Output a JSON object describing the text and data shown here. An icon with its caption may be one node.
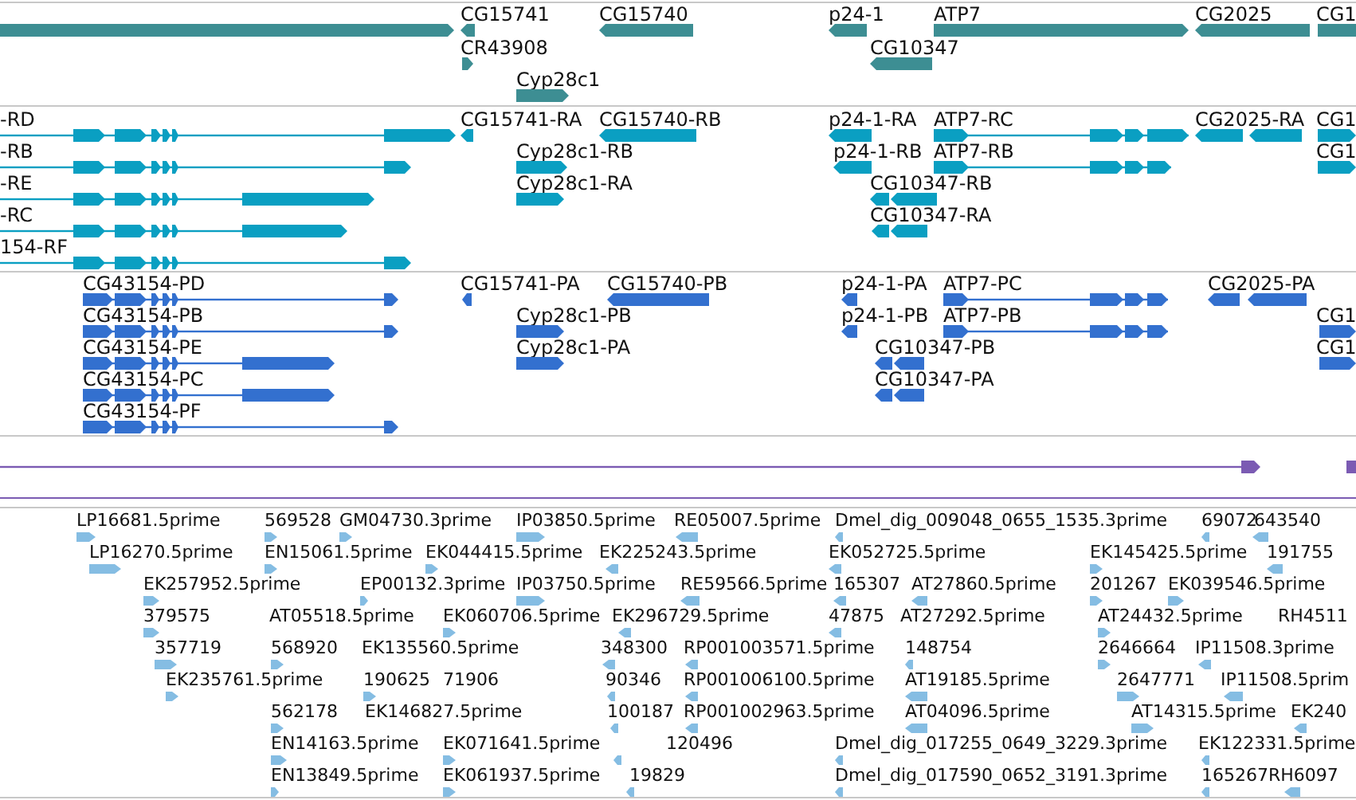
{
  "diagram": {
    "nodes": [
      {
        "text": [],
        "shape": "bar"
      },
      {
        "text": [
          "CG15741"
        ]
      },
      {
        "text": [
          "CG15740"
        ]
      },
      {
        "text": [
          "p24-1"
        ]
      },
      {
        "text": [
          "ATP7"
        ]
      },
      {
        "text": [
          "CG2025"
        ]
      },
      {
        "text": [
          "CG1"
        ]
      },
      {
        "text": [
          "CR43908"
        ]
      },
      {
        "text": [
          "CG10347"
        ]
      },
      {
        "text": [
          "Cyp28c1"
        ]
      },
      {
        "text": [
          "-RD"
        ]
      },
      {
        "text": [
          "-RB"
        ]
      },
      {
        "text": [
          "-RE"
        ]
      },
      {
        "text": [
          "-RC"
        ]
      },
      {
        "text": [
          "154-RF"
        ]
      },
      {
        "text": [
          "CG15741-RA"
        ]
      },
      {
        "text": [
          "CG15740-RB"
        ]
      },
      {
        "text": [
          "Cyp28c1-RB"
        ]
      },
      {
        "text": [
          "Cyp28c1-RA"
        ]
      },
      {
        "text": [
          "p24-1-RA"
        ]
      },
      {
        "text": [
          "ATP7-RC"
        ]
      },
      {
        "text": [
          "CG2025-RA"
        ]
      },
      {
        "text": [
          "CG1"
        ]
      },
      {
        "text": [
          "p24-1-RB"
        ]
      },
      {
        "text": [
          "ATP7-RB"
        ]
      },
      {
        "text": [
          "CG1"
        ]
      },
      {
        "text": [
          "CG10347-RB"
        ]
      },
      {
        "text": [
          "CG10347-RA"
        ]
      },
      {
        "text": [
          "CG43154-PD"
        ]
      },
      {
        "text": [
          "CG15741-PA"
        ]
      },
      {
        "text": [
          "CG15740-PB"
        ]
      },
      {
        "text": [
          "p24-1-PA"
        ]
      },
      {
        "text": [
          "ATP7-PC"
        ]
      },
      {
        "text": [
          "CG2025-PA"
        ]
      },
      {
        "text": [
          "CG43154-PB"
        ]
      },
      {
        "text": [
          "Cyp28c1-PB"
        ]
      },
      {
        "text": [
          "p24-1-PB"
        ]
      },
      {
        "text": [
          "ATP7-PB"
        ]
      },
      {
        "text": [
          "CG1"
        ]
      },
      {
        "text": [
          "CG43154-PE"
        ]
      },
      {
        "text": [
          "Cyp28c1-PA"
        ]
      },
      {
        "text": [
          "CG10347-PB"
        ]
      },
      {
        "text": [
          "CG1"
        ]
      },
      {
        "text": [
          "CG43154-PC"
        ]
      },
      {
        "text": [
          "CG10347-PA"
        ]
      },
      {
        "text": [
          "CG43154-PF"
        ]
      },
      {
        "text": [],
        "shape": "bar"
      },
      {
        "text": [],
        "shape": "bar"
      },
      {
        "text": [
          "LP16681.5prime"
        ]
      },
      {
        "text": [
          "569528"
        ]
      },
      {
        "text": [
          "GM04730.3prime"
        ]
      },
      {
        "text": [
          "IP03850.5prime"
        ]
      },
      {
        "text": [
          "RE05007.5prime"
        ]
      },
      {
        "text": [
          "Dmel_dig_009048_0655_1535.3prime"
        ]
      },
      {
        "text": [
          "69072"
        ]
      },
      {
        "text": [
          "643540"
        ]
      },
      {
        "text": [
          "LP16270.5prime"
        ]
      },
      {
        "text": [
          "EN15061.5prime"
        ]
      },
      {
        "text": [
          "EK044415.5prime"
        ]
      },
      {
        "text": [
          "EK225243.5prime"
        ]
      },
      {
        "text": [
          "EK052725.5prime"
        ]
      },
      {
        "text": [
          "EK145425.5prime"
        ]
      },
      {
        "text": [
          "191755"
        ]
      },
      {
        "text": [
          "EK257952.5prime"
        ]
      },
      {
        "text": [
          "EP00132.3prime"
        ]
      },
      {
        "text": [
          "IP03750.5prime"
        ]
      },
      {
        "text": [
          "RE59566.5prime"
        ]
      },
      {
        "text": [
          "165307"
        ]
      },
      {
        "text": [
          "AT27860.5prime"
        ]
      },
      {
        "text": [
          "201267"
        ]
      },
      {
        "text": [
          "EK039546.5prime"
        ]
      },
      {
        "text": [
          "379575"
        ]
      },
      {
        "text": [
          "AT05518.5prime"
        ]
      },
      {
        "text": [
          "EK060706.5prime"
        ]
      },
      {
        "text": [
          "EK296729.5prime"
        ]
      },
      {
        "text": [
          "47875"
        ]
      },
      {
        "text": [
          "AT27292.5prime"
        ]
      },
      {
        "text": [
          "AT24432.5prime"
        ]
      },
      {
        "text": [
          "RH4511"
        ]
      },
      {
        "text": [
          "357719"
        ]
      },
      {
        "text": [
          "568920"
        ]
      },
      {
        "text": [
          "EK135560.5prime"
        ]
      },
      {
        "text": [
          "348300"
        ]
      },
      {
        "text": [
          "RP001003571.5prime"
        ]
      },
      {
        "text": [
          "148754"
        ]
      },
      {
        "text": [
          "2646664"
        ]
      },
      {
        "text": [
          "IP11508.3prime"
        ]
      },
      {
        "text": [
          "EK235761.5prime"
        ]
      },
      {
        "text": [
          "190625"
        ]
      },
      {
        "text": [
          "71906"
        ]
      },
      {
        "text": [
          "90346"
        ]
      },
      {
        "text": [
          "RP001006100.5prime"
        ]
      },
      {
        "text": [
          "AT19185.5prime"
        ]
      },
      {
        "text": [
          "2647771"
        ]
      },
      {
        "text": [
          "IP11508.5prim"
        ]
      },
      {
        "text": [
          "562178"
        ]
      },
      {
        "text": [
          "EK146827.5prime"
        ]
      },
      {
        "text": [
          "100187"
        ]
      },
      {
        "text": [
          "RP001002963.5prime"
        ]
      },
      {
        "text": [
          "AT04096.5prime"
        ]
      },
      {
        "text": [
          "AT14315.5prime"
        ]
      },
      {
        "text": [
          "EK240"
        ]
      },
      {
        "text": [
          "EN14163.5prime"
        ]
      },
      {
        "text": [
          "EK071641.5prime"
        ]
      },
      {
        "text": [
          "120496"
        ]
      },
      {
        "text": [
          "Dmel_dig_017255_0649_3229.3prime"
        ]
      },
      {
        "text": [
          "EK122331.5prime"
        ]
      },
      {
        "text": [
          "EN13849.5prime"
        ]
      },
      {
        "text": [
          "EK061937.5prime"
        ]
      },
      {
        "text": [
          "19829"
        ]
      },
      {
        "text": [
          "Dmel_dig_017590_0652_3191.3prime"
        ]
      },
      {
        "text": [
          "165267"
        ]
      },
      {
        "text": [
          "RH6097"
        ]
      }
    ]
  }
}
